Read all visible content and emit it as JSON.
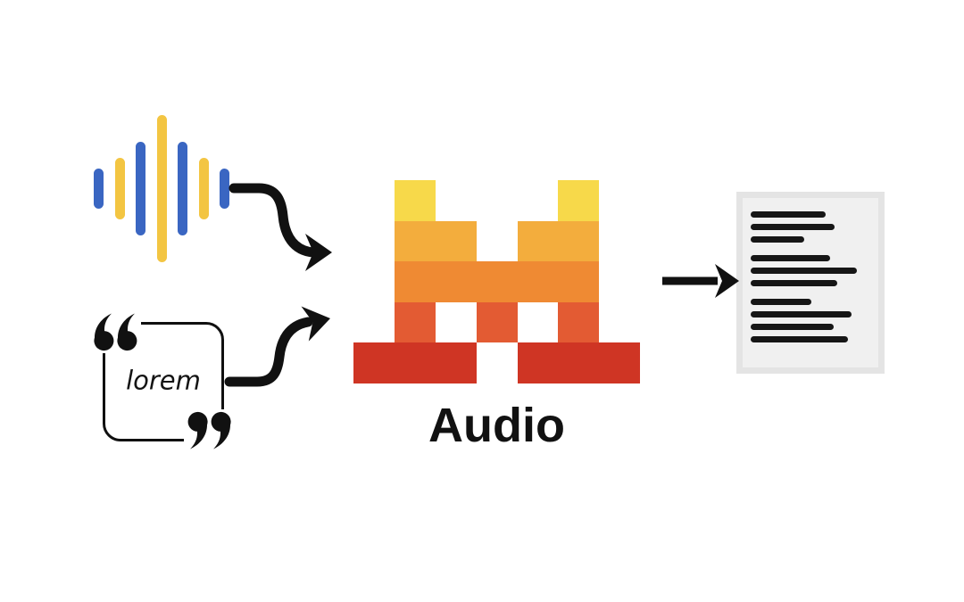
{
  "diagram": {
    "inputs": {
      "waveform": {
        "icon": "audio-waveform-icon",
        "bars": [
          {
            "color": "#3A66C2",
            "height": 45
          },
          {
            "color": "#F3C542",
            "height": 69
          },
          {
            "color": "#3A66C2",
            "height": 105
          },
          {
            "color": "#F3C542",
            "height": 165
          },
          {
            "color": "#3A66C2",
            "height": 105
          },
          {
            "color": "#F3C542",
            "height": 69
          },
          {
            "color": "#3A66C2",
            "height": 45
          }
        ]
      },
      "quote": {
        "icon": "quote-box-icon",
        "open_mark": "“",
        "close_mark": "”",
        "text": "lorem"
      }
    },
    "model": {
      "label": "Audio",
      "logo": {
        "icon": "mistral-ai-logo",
        "rows": [
          {
            "color": "#F7D94A",
            "cells": [
              [
                2,
                1
              ],
              [
                6,
                1
              ]
            ]
          },
          {
            "color": "#F3AD3D",
            "cells": [
              [
                2,
                2
              ],
              [
                5,
                2
              ]
            ]
          },
          {
            "color": "#EF8A33",
            "cells": [
              [
                2,
                5
              ]
            ]
          },
          {
            "color": "#E35B33",
            "cells": [
              [
                2,
                1
              ],
              [
                4,
                1
              ],
              [
                6,
                1
              ]
            ]
          },
          {
            "color": "#CF3524",
            "cells": [
              [
                1,
                3
              ],
              [
                5,
                3
              ]
            ]
          }
        ]
      }
    },
    "output": {
      "icon": "document-icon",
      "page_fill": "#F0F0F0",
      "page_border": "#E4E4E4",
      "line_color": "#161616",
      "line_groups": [
        [
          84,
          94,
          60
        ],
        [
          89,
          119,
          97
        ],
        [
          68,
          113,
          93,
          109
        ]
      ]
    },
    "arrows": {
      "color": "#111111",
      "count": 3
    }
  }
}
